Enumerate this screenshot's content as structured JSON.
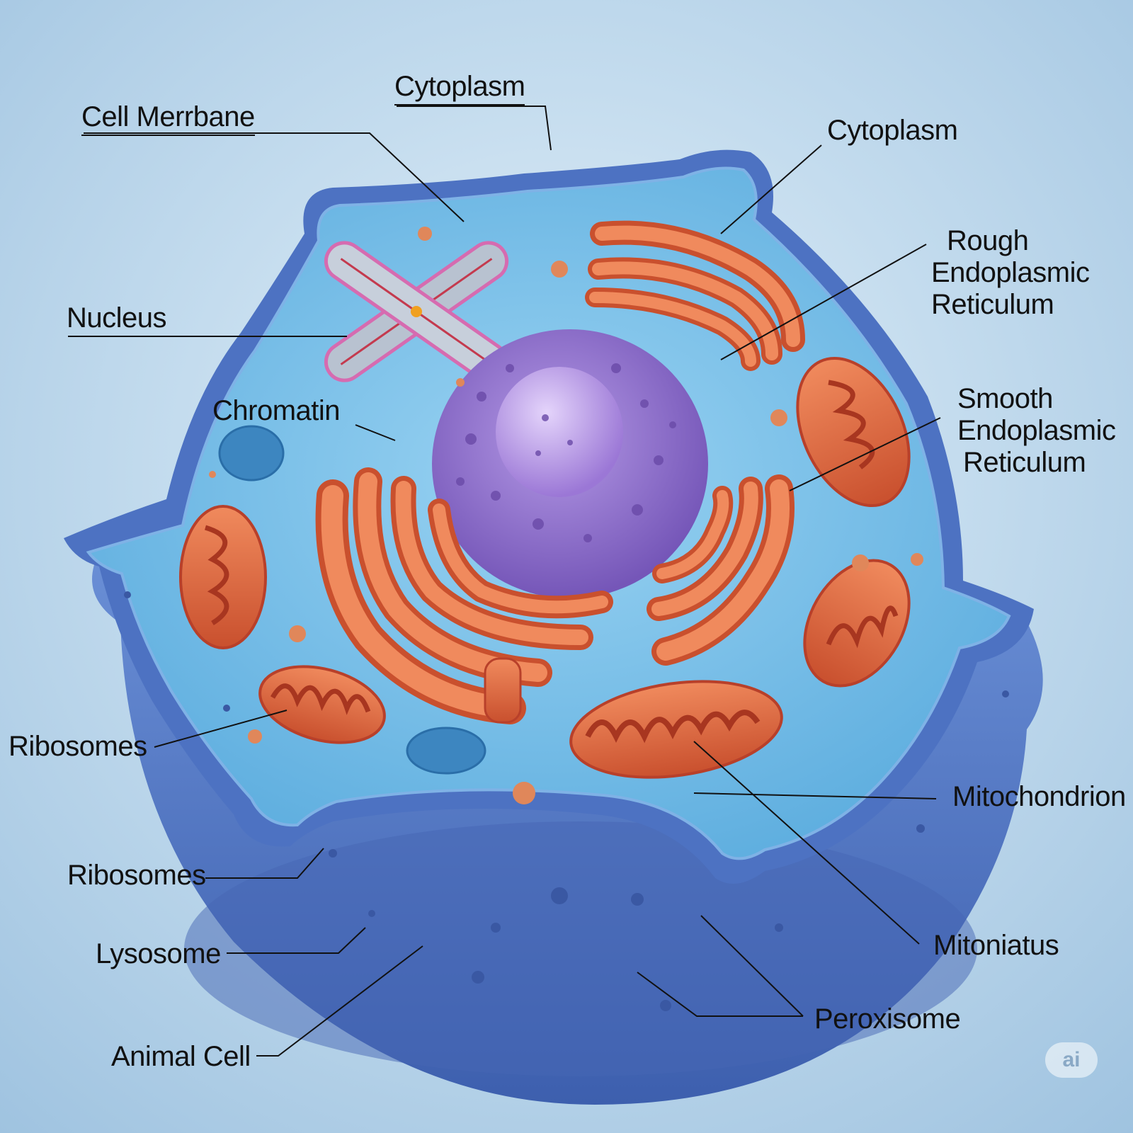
{
  "labels": {
    "cytoplasm_top": "Cytoplasm",
    "cell_membrane": "Cell Merrbane",
    "cytoplasm_right": "Cytoplasm",
    "nucleus": "Nucleus",
    "rough_er": [
      "Rough",
      "Endoplasmic",
      "Reticulum"
    ],
    "chromatin": "Chromatin",
    "smooth_er": [
      "Smooth",
      "Endoplasmic",
      "Reticulum"
    ],
    "ribosomes_1": "Ribosomes",
    "mitochondrion": "Mitochondrion",
    "ribosomes_2": "Ribosomes",
    "mitoniatus": "Mitoniatus",
    "lysosome": "Lysosome",
    "peroxisome": "Peroxisome",
    "animal_cell": "Animal Cell"
  },
  "watermark": "ai",
  "colors": {
    "cytoplasm": "#7cc0e8",
    "membrane": "#4d72c2",
    "cell_base": "#5d7fc7",
    "nucleus": "#8e6fcc",
    "organelle": "#d9623a",
    "organelle_inner": "#b8402a",
    "background": "#c4dcee"
  }
}
